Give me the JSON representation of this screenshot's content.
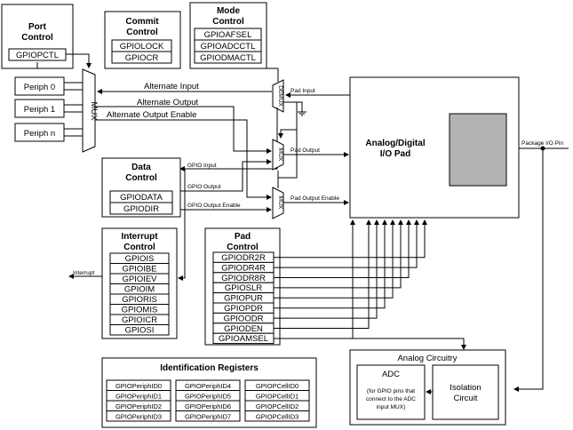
{
  "port_control": {
    "title_line1": "Port",
    "title_line2": "Control",
    "registers": [
      "GPIOPCTL"
    ]
  },
  "commit_control": {
    "title_line1": "Commit",
    "title_line2": "Control",
    "registers": [
      "GPIOLOCK",
      "GPIOCR"
    ]
  },
  "mode_control": {
    "title_line1": "Mode",
    "title_line2": "Control",
    "registers": [
      "GPIOAFSEL",
      "GPIOADCCTL",
      "GPIODMACTL"
    ]
  },
  "peripherals": [
    "Periph 0",
    "Periph 1",
    "Periph n"
  ],
  "mux_labels": {
    "main_mux": "MUX",
    "demux": "DEMUX",
    "output_mux": "MUX",
    "enable_mux": "MUX"
  },
  "signals": {
    "alternate_input": "Alternate Input",
    "alternate_output": "Alternate Output",
    "alternate_output_enable": "Alternate Output Enable",
    "pad_input": "Pad Input",
    "pad_output": "Pad Output",
    "pad_output_enable": "Pad Output Enable",
    "gpio_input": "GPIO Input",
    "gpio_output": "GPIO Output",
    "gpio_output_enable": "GPIO Output Enable",
    "interrupt": "Interrupt",
    "package_io_pin": "Package I/O Pin"
  },
  "io_pad": {
    "title_line1": "Analog/Digital",
    "title_line2": "I/O Pad"
  },
  "data_control": {
    "title_line1": "Data",
    "title_line2": "Control",
    "registers": [
      "GPIODATA",
      "GPIODIR"
    ]
  },
  "interrupt_control": {
    "title_line1": "Interrupt",
    "title_line2": "Control",
    "registers": [
      "GPIOIS",
      "GPIOIBE",
      "GPIOIEV",
      "GPIOIM",
      "GPIORIS",
      "GPIOMIS",
      "GPIOICR",
      "GPIOSI"
    ]
  },
  "pad_control": {
    "title_line1": "Pad",
    "title_line2": "Control",
    "registers": [
      "GPIODR2R",
      "GPIODR4R",
      "GPIODR8R",
      "GPIOSLR",
      "GPIOPUR",
      "GPIOPDR",
      "GPIOODR",
      "GPIODEN",
      "GPIOAMSEL"
    ]
  },
  "identification": {
    "title": "Identification Registers",
    "columns": [
      [
        "GPIOPeriphID0",
        "GPIOPeriphID1",
        "GPIOPeriphID2",
        "GPIOPeriphID3"
      ],
      [
        "GPIOPeriphID4",
        "GPIOPeriphID5",
        "GPIOPeriphID6",
        "GPIOPeriphID7"
      ],
      [
        "GPIOPCellID0",
        "GPIOPCellID1",
        "GPIOPCellID2",
        "GPIOPCellID3"
      ]
    ]
  },
  "analog_circuitry": {
    "title": "Analog Circuitry",
    "adc_label": "ADC",
    "adc_note_line1": "(for GPIO pins that",
    "adc_note_line2": "connect to the ADC",
    "adc_note_line3": "input MUX)",
    "isolation_line1": "Isolation",
    "isolation_line2": "Circuit"
  }
}
